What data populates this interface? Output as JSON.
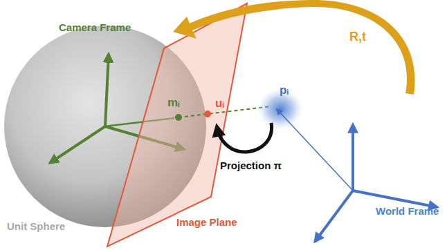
{
  "diagram": {
    "labels": [
      "Camera Frame",
      "mᵢ",
      "uᵢ",
      "pᵢ",
      "R,t",
      "Projection π",
      "Unit Sphere",
      "Image Plane",
      "World Frame"
    ]
  }
}
